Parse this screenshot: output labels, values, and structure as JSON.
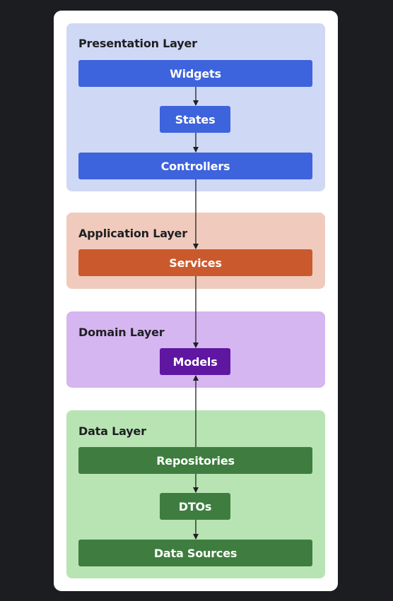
{
  "layers": {
    "presentation": {
      "title": "Presentation Layer",
      "nodes": {
        "widgets": "Widgets",
        "states": "States",
        "controllers": "Controllers"
      }
    },
    "application": {
      "title": "Application Layer",
      "nodes": {
        "services": "Services"
      }
    },
    "domain": {
      "title": "Domain Layer",
      "nodes": {
        "models": "Models"
      }
    },
    "data": {
      "title": "Data Layer",
      "nodes": {
        "repositories": "Repositories",
        "dtos": "DTOs",
        "data_sources": "Data Sources"
      }
    }
  },
  "colors": {
    "background": "#1c1d20",
    "canvas": "#ffffff",
    "presentation_layer": "#cfd8f5",
    "presentation_node": "#3d63dd",
    "application_layer": "#f0cbbd",
    "application_node": "#ca5a2d",
    "domain_layer": "#d5b6f0",
    "domain_node": "#5f16a0",
    "data_layer": "#b8e4b3",
    "data_node": "#3e7d3f",
    "arrow": "#1f2023"
  },
  "edges": [
    {
      "from": "Widgets",
      "to": "States"
    },
    {
      "from": "States",
      "to": "Controllers"
    },
    {
      "from": "Controllers",
      "to": "Services"
    },
    {
      "from": "Services",
      "to": "Models"
    },
    {
      "from": "Repositories",
      "to": "Models"
    },
    {
      "from": "Repositories",
      "to": "DTOs"
    },
    {
      "from": "DTOs",
      "to": "Data Sources"
    }
  ]
}
